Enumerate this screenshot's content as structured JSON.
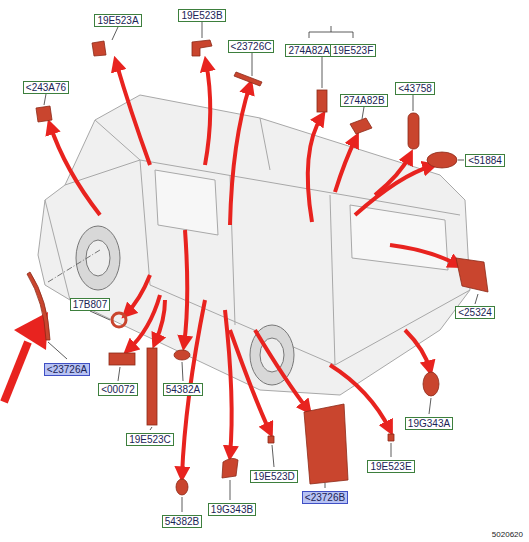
{
  "diagram": {
    "nodes": [
      {
        "text": [
          "19E523A"
        ]
      },
      {
        "text": [
          "19E523B"
        ]
      },
      {
        "text": [
          "<23726C"
        ]
      },
      {
        "text": [
          "274A82A"
        ]
      },
      {
        "text": [
          "19E523F"
        ]
      },
      {
        "text": [
          "<243A76"
        ]
      },
      {
        "text": [
          "<43758"
        ]
      },
      {
        "text": [
          "274A82B"
        ]
      },
      {
        "text": [
          "<51884"
        ]
      },
      {
        "text": [
          "<25324"
        ]
      },
      {
        "text": [
          "17B807"
        ]
      },
      {
        "text": [
          "<23726A"
        ]
      },
      {
        "text": [
          "<00072"
        ]
      },
      {
        "text": [
          "54382A"
        ]
      },
      {
        "text": [
          "19E523C"
        ]
      },
      {
        "text": [
          "19G343A"
        ]
      },
      {
        "text": [
          "19E523E"
        ]
      },
      {
        "text": [
          "19E523D"
        ]
      },
      {
        "text": [
          "<23726B"
        ]
      },
      {
        "text": [
          "19G343B"
        ]
      },
      {
        "text": [
          "54382B"
        ]
      }
    ],
    "labels": [
      "5020620"
    ]
  }
}
